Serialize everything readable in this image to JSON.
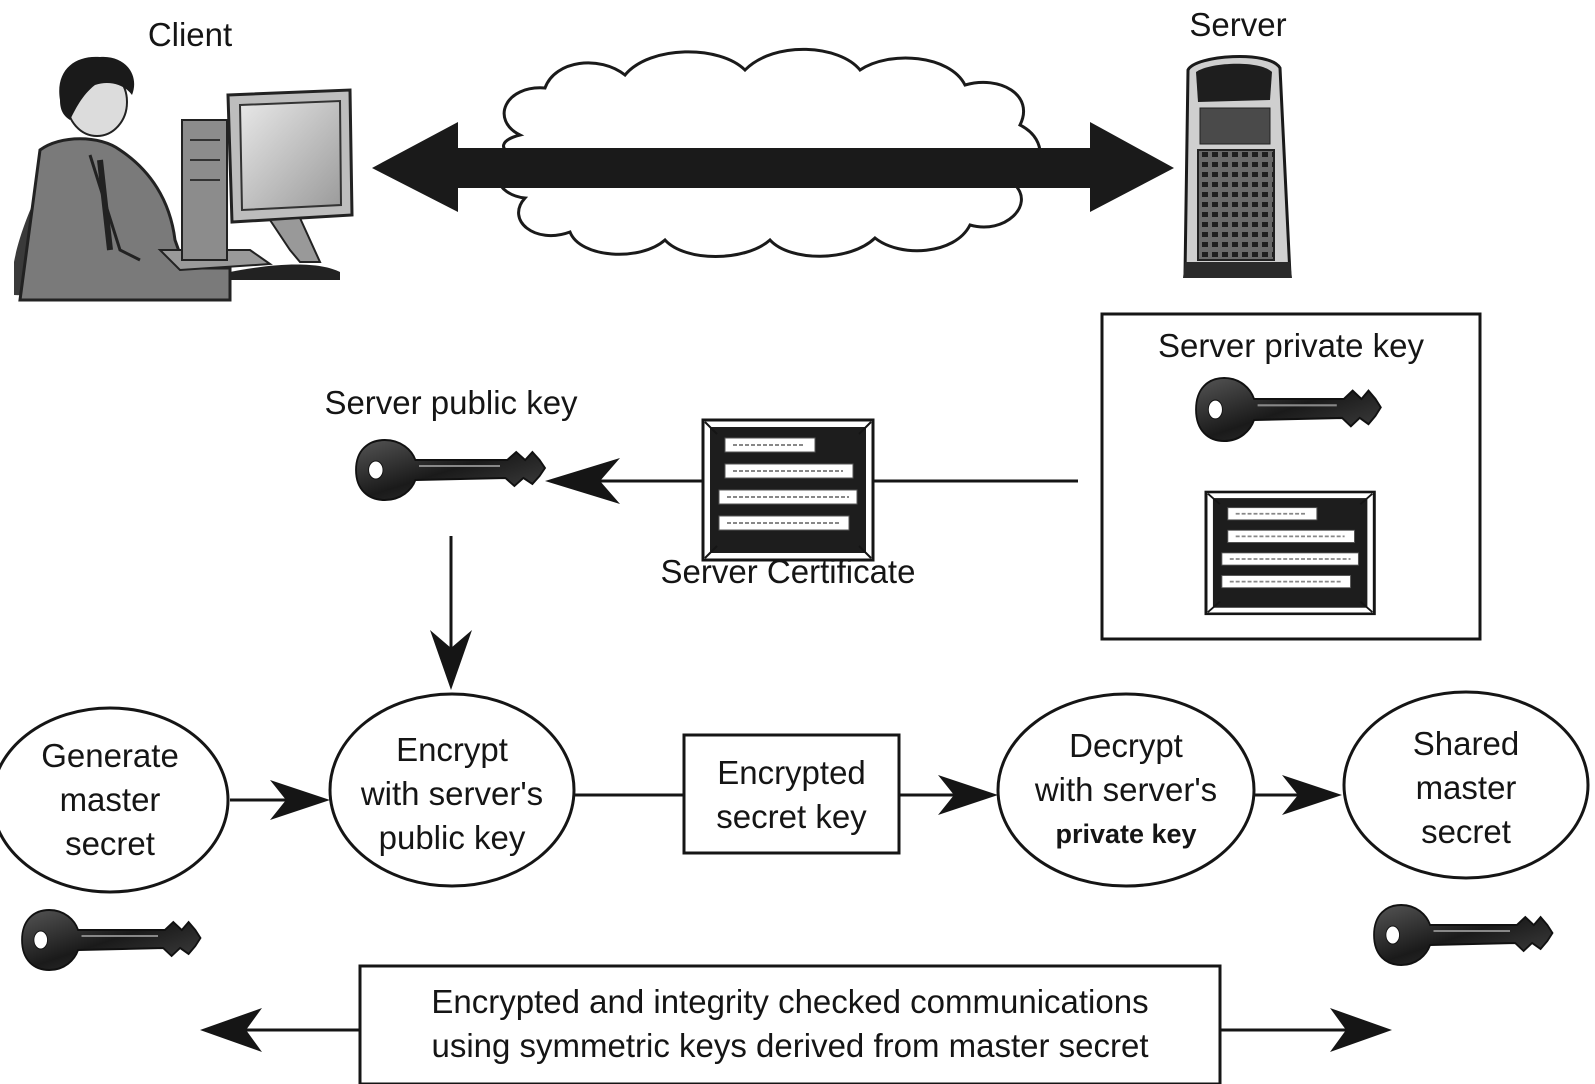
{
  "labels": {
    "client": "Client",
    "server": "Server",
    "server_public_key": "Server public key",
    "server_private_key": "Server private key",
    "server_certificate": "Server Certificate"
  },
  "flow": {
    "generate": [
      "Generate",
      "master",
      "secret"
    ],
    "encrypt": [
      "Encrypt",
      "with server's",
      "public key"
    ],
    "encrypted_key": [
      "Encrypted",
      "secret key"
    ],
    "decrypt": [
      "Decrypt",
      "with server's",
      "private key"
    ],
    "shared": [
      "Shared",
      "master",
      "secret"
    ]
  },
  "banner": [
    "Encrypted and integrity checked communications",
    "using symmetric keys derived from master secret"
  ],
  "colors": {
    "ink": "#151515",
    "background": "#ffffff",
    "key_fill": "#2a2a2a",
    "cloud_fill": "#ffffff"
  },
  "icons": [
    "person-at-computer-icon",
    "server-tower-icon",
    "cloud-icon",
    "key-icon",
    "certificate-icon"
  ]
}
